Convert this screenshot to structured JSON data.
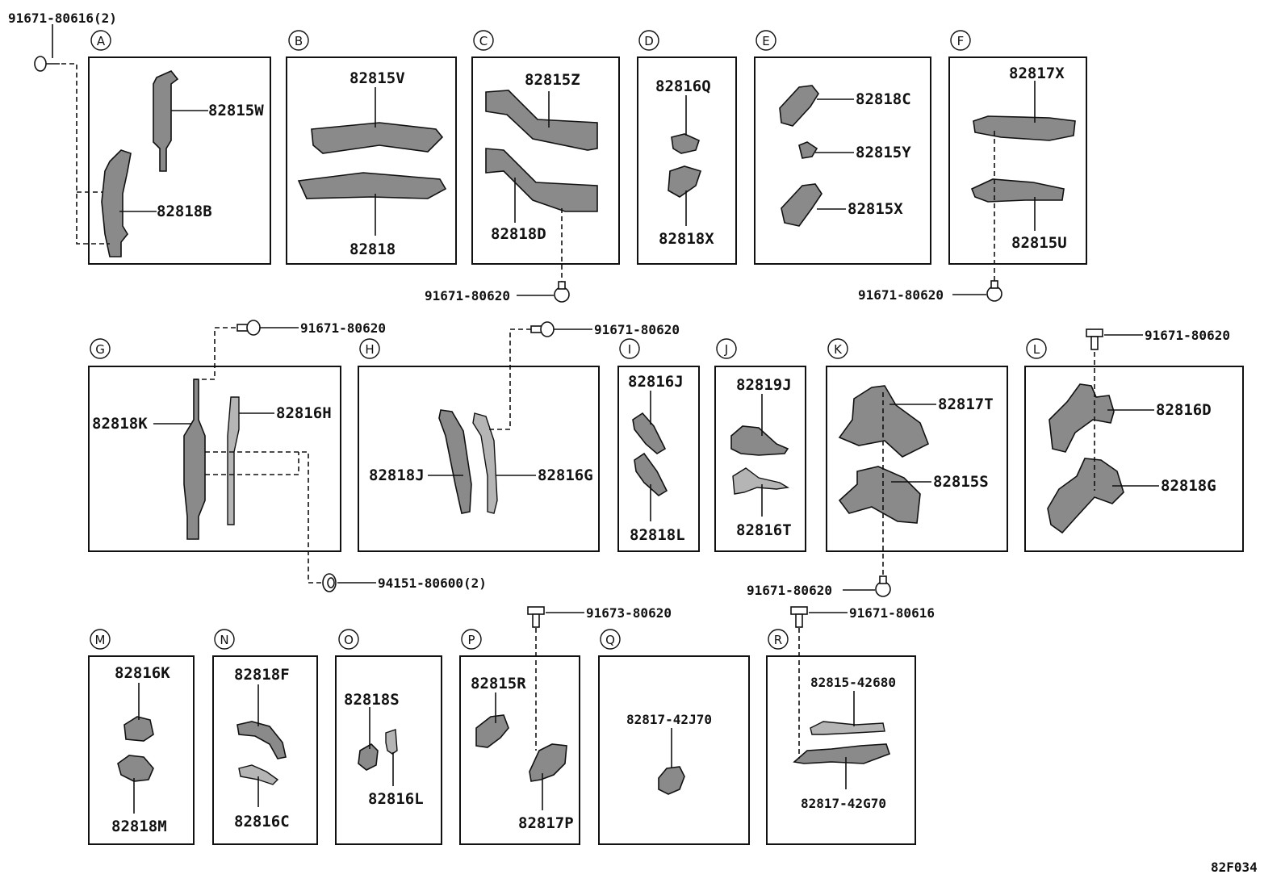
{
  "diagram_code": "82F034",
  "groups": [
    {
      "letter": "A",
      "parts": [
        "82815W",
        "82818B"
      ]
    },
    {
      "letter": "B",
      "parts": [
        "82815V",
        "82818"
      ]
    },
    {
      "letter": "C",
      "parts": [
        "82815Z",
        "82818D"
      ]
    },
    {
      "letter": "D",
      "parts": [
        "82816Q",
        "82818X"
      ]
    },
    {
      "letter": "E",
      "parts": [
        "82818C",
        "82815Y",
        "82815X"
      ]
    },
    {
      "letter": "F",
      "parts": [
        "82817X",
        "82815U"
      ]
    },
    {
      "letter": "G",
      "parts": [
        "82818K",
        "82816H"
      ]
    },
    {
      "letter": "H",
      "parts": [
        "82818J",
        "82816G"
      ]
    },
    {
      "letter": "I",
      "parts": [
        "82816J",
        "82818L"
      ]
    },
    {
      "letter": "J",
      "parts": [
        "82819J",
        "82816T"
      ]
    },
    {
      "letter": "K",
      "parts": [
        "82817T",
        "82815S"
      ]
    },
    {
      "letter": "L",
      "parts": [
        "82816D",
        "82818G"
      ]
    },
    {
      "letter": "M",
      "parts": [
        "82816K",
        "82818M"
      ]
    },
    {
      "letter": "N",
      "parts": [
        "82818F",
        "82816C"
      ]
    },
    {
      "letter": "O",
      "parts": [
        "82818S",
        "82816L"
      ]
    },
    {
      "letter": "P",
      "parts": [
        "82815R",
        "82817P"
      ]
    },
    {
      "letter": "Q",
      "parts": [
        "82817-42J70"
      ]
    },
    {
      "letter": "R",
      "parts": [
        "82815-42680",
        "82817-42G70"
      ]
    }
  ],
  "fasteners": {
    "a": "91671-80616(2)",
    "c": "91671-80620",
    "f": "91671-80620",
    "g": "91671-80620",
    "h": "91671-80620",
    "l": "91671-80620",
    "gh_clip": "94151-80600(2)",
    "k": "91671-80620",
    "p": "91673-80620",
    "r": "91671-80616"
  }
}
